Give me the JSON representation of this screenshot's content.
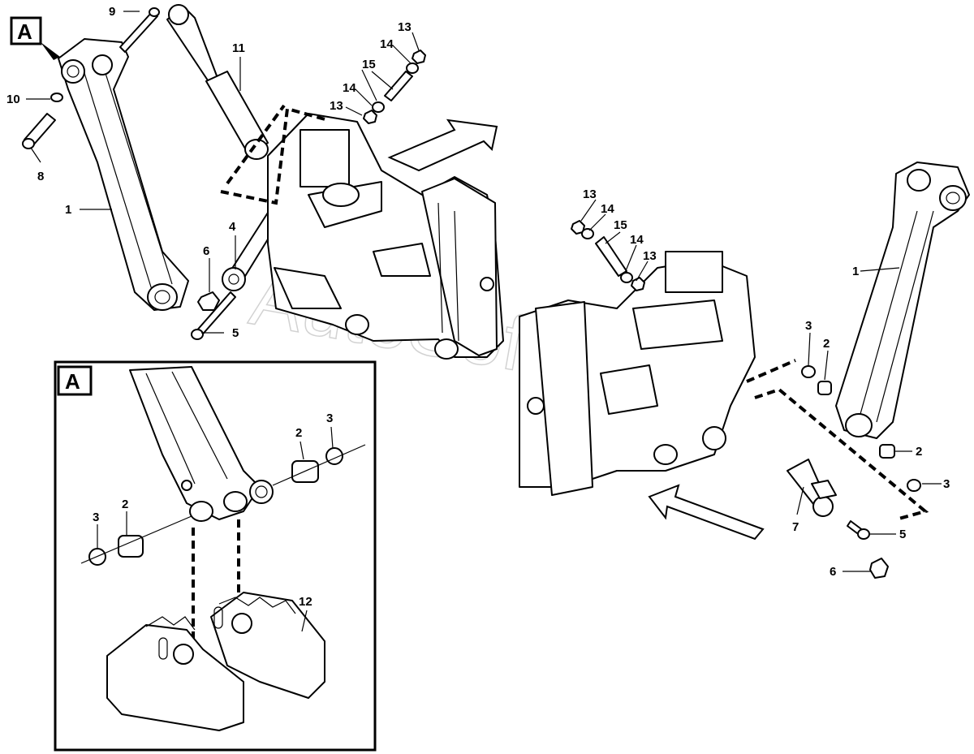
{
  "detail_label": "A",
  "watermark": "AutoSoft.ru",
  "callouts": {
    "c1a": "1",
    "c1b": "1",
    "c2a": "2",
    "c2b": "2",
    "c2c": "2",
    "c2d": "2",
    "c3a": "3",
    "c3b": "3",
    "c3c": "3",
    "c3d": "3",
    "c4": "4",
    "c5a": "5",
    "c5b": "5",
    "c6a": "6",
    "c6b": "6",
    "c7": "7",
    "c8": "8",
    "c9": "9",
    "c10": "10",
    "c11": "11",
    "c12": "12",
    "c13a": "13",
    "c13b": "13",
    "c13c": "13",
    "c13d": "13",
    "c14a": "14",
    "c14b": "14",
    "c14c": "14",
    "c14d": "14",
    "c15a": "15",
    "c15b": "15"
  }
}
